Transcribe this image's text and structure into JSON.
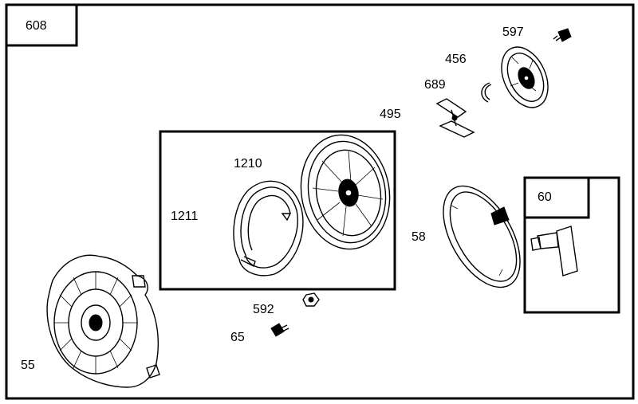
{
  "assembly_label": "608",
  "kit_label": "60",
  "part_labels": {
    "p597": "597",
    "p456": "456",
    "p689": "689",
    "p495": "495",
    "p1210": "1210",
    "p1211": "1211",
    "p58": "58",
    "p592": "592",
    "p65": "65",
    "p55": "55"
  }
}
